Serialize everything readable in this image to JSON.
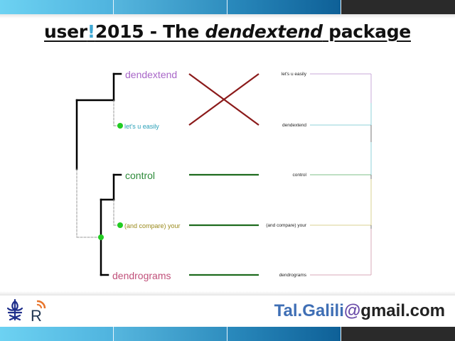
{
  "slide": {
    "title_prefix": "user",
    "title_bang": "!",
    "title_mid": "2015 - The ",
    "title_italic": "dendextend",
    "title_suffix": " package"
  },
  "left_dendrogram": {
    "leaves": [
      {
        "label": "dendextend",
        "color": "#a866c8"
      },
      {
        "label": "let's u easily",
        "color": "#2aa0b8"
      },
      {
        "label": "control",
        "color": "#2e8b3a"
      },
      {
        "label": "(and compare) your",
        "color": "#9a8a1c"
      },
      {
        "label": "dendrograms",
        "color": "#c0507a"
      }
    ]
  },
  "right_dendrogram": {
    "leaves": [
      {
        "label": "let's u easily",
        "color": "#c9a8d8"
      },
      {
        "label": "dendextend",
        "color": "#8fd0d8"
      },
      {
        "label": "control",
        "color": "#7fbf8a"
      },
      {
        "label": "(and compare) your",
        "color": "#d8d090"
      },
      {
        "label": "dendrograms",
        "color": "#d8a8b8"
      }
    ]
  },
  "connections": {
    "crossed_color": "#8b1a1a",
    "matched_color": "#1e6b1e"
  },
  "footer": {
    "email_name": "Tal.Galili",
    "email_at": "@",
    "email_domain": "gmail.com"
  },
  "logos": [
    "tel-aviv-university-logo",
    "r-logo"
  ]
}
